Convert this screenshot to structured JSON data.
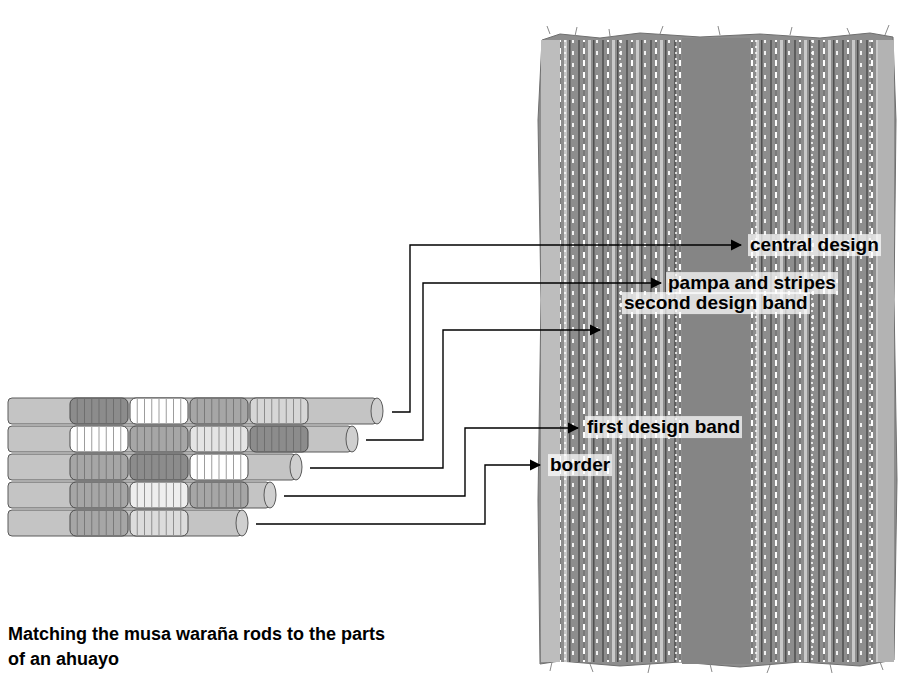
{
  "diagram": {
    "caption": "Matching the musa waraña rods to the parts of an ahuayo",
    "labels": [
      "central design",
      "pampa and stripes",
      "second design band",
      "first design band",
      "border"
    ]
  }
}
